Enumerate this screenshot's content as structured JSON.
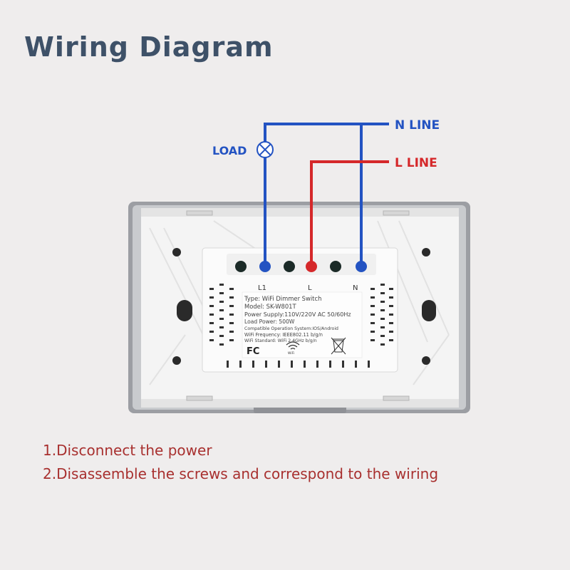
{
  "title": "Wiring Diagram",
  "labels": {
    "n_line": "N LINE",
    "l_line": "L LINE",
    "load": "LOAD"
  },
  "terminals": {
    "l1": "L1",
    "l": "L",
    "n": "N"
  },
  "device_label": {
    "type": "Type: WiFi Dimmer Switch",
    "model": "Model: SK-W801T",
    "power_supply": "Power Supply:110V/220V AC  50/60Hz",
    "load_power": "Load Power: 500W",
    "compatible": "Compatible Operation System:IOS/Android",
    "wifi_frequency": "WiFi Frequency: IEEE802.11 b/g/n",
    "wifi_standard": "WiFi Standard: WiFi 2.4GHz b/g/n",
    "fc_mark": "FC",
    "wifi_mark": "WiFi"
  },
  "steps": [
    "1.Disconnect the power",
    "2.Disassemble the screws and correspond to the wiring"
  ],
  "colors": {
    "title": "#3e5168",
    "n_wire": "#2353c2",
    "l_wire": "#d5282a",
    "steps_text": "#a8302f"
  }
}
